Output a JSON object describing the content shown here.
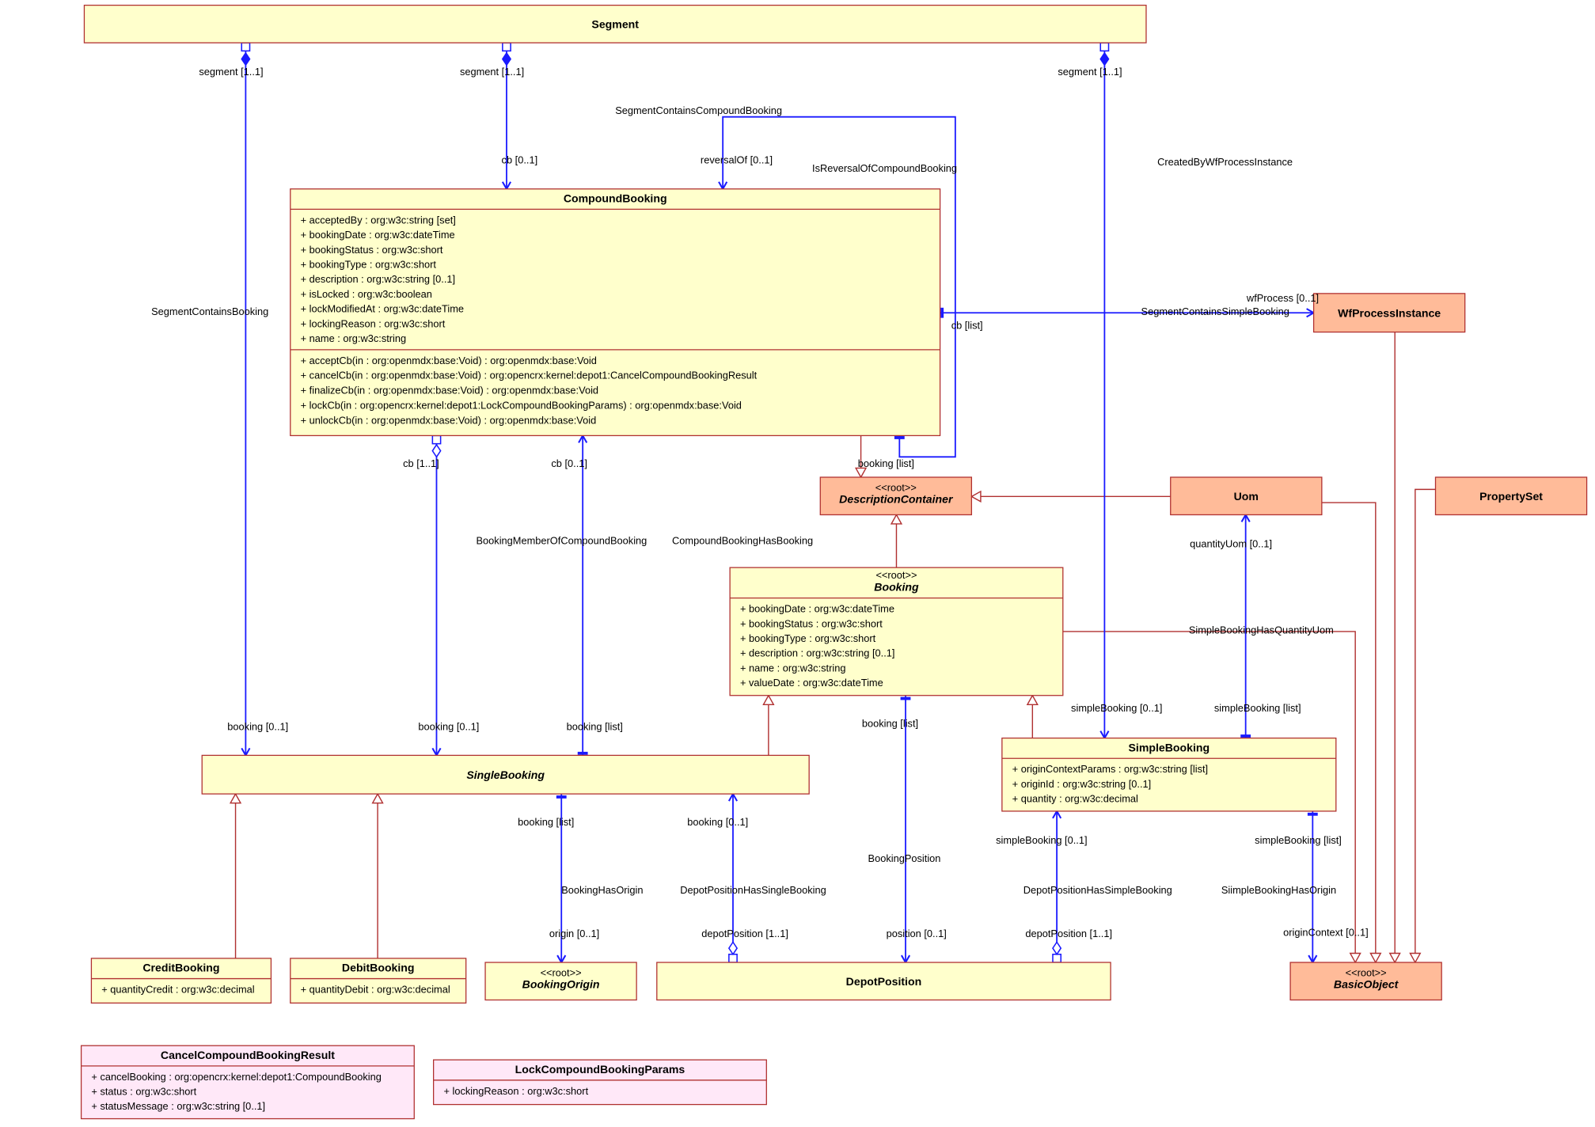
{
  "classes": [
    {
      "id": "Segment",
      "name": "Segment",
      "stereotype": "",
      "italic": false,
      "kind": "plain",
      "attributes": [],
      "operations": []
    },
    {
      "id": "CompoundBooking",
      "name": "CompoundBooking",
      "stereotype": "",
      "italic": false,
      "kind": "plain",
      "attributes": [
        "+ acceptedBy : org:w3c:string [set]",
        "+ bookingDate : org:w3c:dateTime",
        "+ bookingStatus : org:w3c:short",
        "+ bookingType : org:w3c:short",
        "+ description : org:w3c:string [0..1]",
        "+ isLocked : org:w3c:boolean",
        "+ lockModifiedAt : org:w3c:dateTime",
        "+ lockingReason : org:w3c:short",
        "+ name : org:w3c:string"
      ],
      "operations": [
        "+ acceptCb(in : org:openmdx:base:Void) : org:openmdx:base:Void",
        "+ cancelCb(in : org:openmdx:base:Void) : org:opencrx:kernel:depot1:CancelCompoundBookingResult",
        "+ finalizeCb(in : org:openmdx:base:Void) : org:openmdx:base:Void",
        "+ lockCb(in : org:opencrx:kernel:depot1:LockCompoundBookingParams) : org:openmdx:base:Void",
        "+ unlockCb(in : org:openmdx:base:Void) : org:openmdx:base:Void"
      ]
    },
    {
      "id": "WfProcessInstance",
      "name": "WfProcessInstance",
      "stereotype": "",
      "italic": false,
      "kind": "external",
      "attributes": [],
      "operations": []
    },
    {
      "id": "DescriptionContainer",
      "name": "DescriptionContainer",
      "stereotype": "<<root>>",
      "italic": true,
      "kind": "external",
      "attributes": [],
      "operations": []
    },
    {
      "id": "Uom",
      "name": "Uom",
      "stereotype": "",
      "italic": false,
      "kind": "external",
      "attributes": [],
      "operations": []
    },
    {
      "id": "PropertySet",
      "name": "PropertySet",
      "stereotype": "",
      "italic": false,
      "kind": "external",
      "attributes": [],
      "operations": []
    },
    {
      "id": "Booking",
      "name": "Booking",
      "stereotype": "<<root>>",
      "italic": true,
      "kind": "plain",
      "attributes": [
        "+ bookingDate : org:w3c:dateTime",
        "+ bookingStatus : org:w3c:short",
        "+ bookingType : org:w3c:short",
        "+ description : org:w3c:string [0..1]",
        "+ name : org:w3c:string",
        "+ valueDate : org:w3c:dateTime"
      ],
      "operations": []
    },
    {
      "id": "SingleBooking",
      "name": "SingleBooking",
      "stereotype": "",
      "italic": true,
      "kind": "plain",
      "attributes": [],
      "operations": []
    },
    {
      "id": "SimpleBooking",
      "name": "SimpleBooking",
      "stereotype": "",
      "italic": false,
      "kind": "plain",
      "attributes": [
        "+ originContextParams : org:w3c:string [list]",
        "+ originId : org:w3c:string [0..1]",
        "+ quantity : org:w3c:decimal"
      ],
      "operations": []
    },
    {
      "id": "CreditBooking",
      "name": "CreditBooking",
      "stereotype": "",
      "italic": false,
      "kind": "plain",
      "attributes": [
        "+ quantityCredit : org:w3c:decimal"
      ],
      "operations": []
    },
    {
      "id": "DebitBooking",
      "name": "DebitBooking",
      "stereotype": "",
      "italic": false,
      "kind": "plain",
      "attributes": [
        "+ quantityDebit : org:w3c:decimal"
      ],
      "operations": []
    },
    {
      "id": "BookingOrigin",
      "name": "BookingOrigin",
      "stereotype": "<<root>>",
      "italic": true,
      "kind": "plain",
      "attributes": [],
      "operations": []
    },
    {
      "id": "DepotPosition",
      "name": "DepotPosition",
      "stereotype": "",
      "italic": false,
      "kind": "plain",
      "attributes": [],
      "operations": []
    },
    {
      "id": "BasicObject",
      "name": "BasicObject",
      "stereotype": "<<root>>",
      "italic": true,
      "kind": "external",
      "attributes": [],
      "operations": []
    },
    {
      "id": "CancelCompoundBookingResult",
      "name": "CancelCompoundBookingResult",
      "stereotype": "",
      "italic": false,
      "kind": "struct",
      "attributes": [
        "+ cancelBooking : org:opencrx:kernel:depot1:CompoundBooking",
        "+ status : org:w3c:short",
        "+ statusMessage : org:w3c:string [0..1]"
      ],
      "operations": []
    },
    {
      "id": "LockCompoundBookingParams",
      "name": "LockCompoundBookingParams",
      "stereotype": "",
      "italic": false,
      "kind": "struct",
      "attributes": [
        "+ lockingReason : org:w3c:short"
      ],
      "operations": []
    }
  ],
  "associations": [
    {
      "id": "SegmentContainsBooking",
      "name": "SegmentContainsBooking"
    },
    {
      "id": "SegmentContainsCompoundBooking",
      "name": "SegmentContainsCompoundBooking"
    },
    {
      "id": "IsReversalOfCompoundBooking",
      "name": "IsReversalOfCompoundBooking"
    },
    {
      "id": "CreatedByWfProcessInstance",
      "name": "CreatedByWfProcessInstance"
    },
    {
      "id": "SegmentContainsSimpleBooking",
      "name": "SegmentContainsSimpleBooking"
    },
    {
      "id": "BookingMemberOfCompoundBooking",
      "name": "BookingMemberOfCompoundBooking"
    },
    {
      "id": "CompoundBookingHasBooking",
      "name": "CompoundBookingHasBooking"
    },
    {
      "id": "SimpleBookingHasQuantityUom",
      "name": "SimpleBookingHasQuantityUom"
    },
    {
      "id": "BookingPosition",
      "name": "BookingPosition"
    },
    {
      "id": "BookingHasOrigin",
      "name": "BookingHasOrigin"
    },
    {
      "id": "DepotPositionHasSingleBooking",
      "name": "DepotPositionHasSingleBooking"
    },
    {
      "id": "DepotPositionHasSimpleBooking",
      "name": "DepotPositionHasSimpleBooking"
    },
    {
      "id": "SiimpleBookingHasOrigin",
      "name": "SiimpleBookingHasOrigin"
    }
  ],
  "roles": [
    {
      "id": "r-segment-1",
      "text": "segment [1..1]"
    },
    {
      "id": "r-segment-2",
      "text": "segment [1..1]"
    },
    {
      "id": "r-segment-3",
      "text": "segment [1..1]"
    },
    {
      "id": "r-cb-01-top",
      "text": "cb [0..1]"
    },
    {
      "id": "r-reversalof",
      "text": "reversalOf [0..1]"
    },
    {
      "id": "r-wfprocess",
      "text": "wfProcess [0..1]"
    },
    {
      "id": "r-cb-list",
      "text": "cb [list]"
    },
    {
      "id": "r-cb-11",
      "text": "cb [1..1]"
    },
    {
      "id": "r-cb-01-mid",
      "text": "cb [0..1]"
    },
    {
      "id": "r-booking-list-cb",
      "text": "booking [list]"
    },
    {
      "id": "r-quantityuom",
      "text": "quantityUom [0..1]"
    },
    {
      "id": "r-booking-01-a",
      "text": "booking [0..1]"
    },
    {
      "id": "r-booking-01-b",
      "text": "booking [0..1]"
    },
    {
      "id": "r-booking-list-sb",
      "text": "booking [list]"
    },
    {
      "id": "r-booking-list-pos",
      "text": "booking [list]"
    },
    {
      "id": "r-simplebooking-01-top",
      "text": "simpleBooking [0..1]"
    },
    {
      "id": "r-simplebooking-list-uom",
      "text": "simpleBooking [list]"
    },
    {
      "id": "r-booking-list-origin",
      "text": "booking [list]"
    },
    {
      "id": "r-booking-01-depot",
      "text": "booking [0..1]"
    },
    {
      "id": "r-simplebooking-01-depot",
      "text": "simpleBooking [0..1]"
    },
    {
      "id": "r-simplebooking-list-origin",
      "text": "simpleBooking [list]"
    },
    {
      "id": "r-origin",
      "text": "origin [0..1]"
    },
    {
      "id": "r-depotposition-1",
      "text": "depotPosition [1..1]"
    },
    {
      "id": "r-position",
      "text": "position [0..1]"
    },
    {
      "id": "r-depotposition-2",
      "text": "depotPosition [1..1]"
    },
    {
      "id": "r-origincontext",
      "text": "originContext [0..1]"
    }
  ],
  "colors": {
    "plain_fill": "#ffffcc",
    "external_fill": "#ffbb99",
    "struct_fill": "#ffe8f8",
    "box_stroke": "#b03030",
    "association": "#1a1aff",
    "generalization": "#b03030",
    "text": "#000000"
  }
}
